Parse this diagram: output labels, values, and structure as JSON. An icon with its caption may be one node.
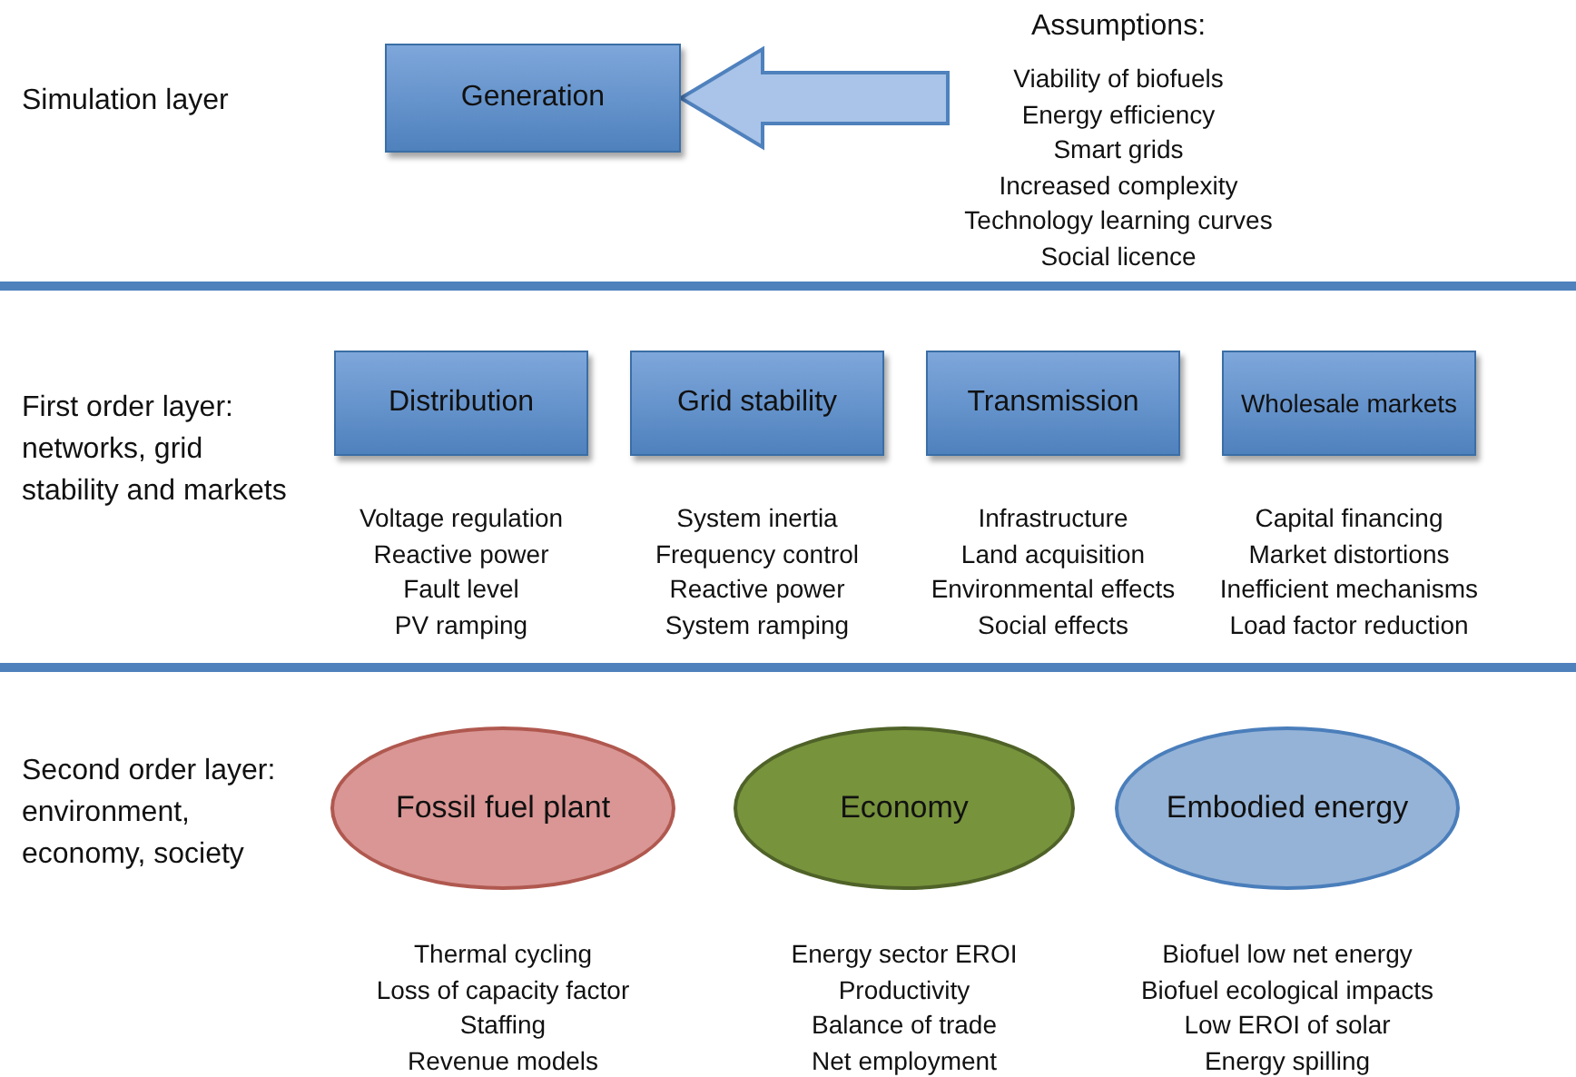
{
  "diagram": {
    "nodes": [
      {
        "text": [
          "Generation"
        ]
      },
      {
        "text": [
          "Assumptions:"
        ],
        "beside": [
          "Viability of biofuels",
          "Energy efficiency",
          "Smart grids",
          "Increased complexity",
          "Technology learning curves",
          "Social licence"
        ]
      },
      {
        "text": [
          "Distribution"
        ],
        "beside": [
          "Voltage regulation",
          "Reactive power",
          "Fault level",
          "PV ramping"
        ]
      },
      {
        "text": [
          "Grid stability"
        ],
        "beside": [
          "System inertia",
          "Frequency control",
          "Reactive power",
          "System ramping"
        ]
      },
      {
        "text": [
          "Transmission"
        ],
        "beside": [
          "Infrastructure",
          "Land acquisition",
          "Environmental effects",
          "Social effects"
        ]
      },
      {
        "text": [
          "Wholesale markets"
        ],
        "beside": [
          "Capital financing",
          "Market distortions",
          "Inefficient mechanisms",
          "Load factor reduction"
        ]
      },
      {
        "text": [
          "Fossil fuel plant"
        ],
        "beside": [
          "Thermal cycling",
          "Loss of capacity factor",
          "Staffing",
          "Revenue models"
        ]
      },
      {
        "text": [
          "Economy"
        ],
        "beside": [
          "Energy sector EROI",
          "Productivity",
          "Balance of trade",
          "Net employment"
        ]
      },
      {
        "text": [
          "Embodied energy"
        ],
        "beside": [
          "Biofuel low net energy",
          "Biofuel ecological impacts",
          "Low EROI of solar",
          "Energy spilling"
        ]
      }
    ],
    "edges": [
      {
        "from": 1,
        "to": 0,
        "arrow": "to",
        "style": "thick"
      }
    ],
    "labels": [
      "Simulation layer",
      "First order layer: networks, grid stability and markets",
      "Second order layer: environment, economy, society"
    ]
  }
}
